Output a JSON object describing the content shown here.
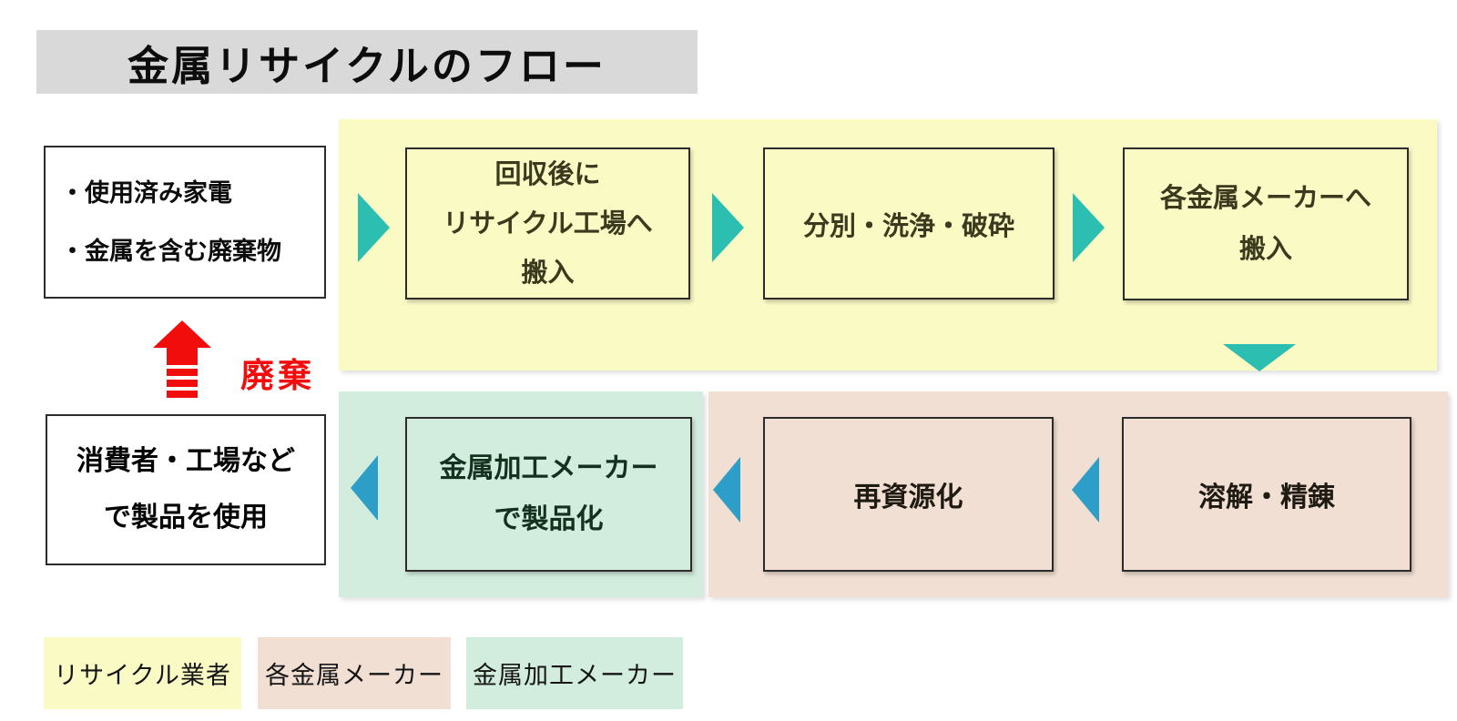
{
  "title": "金属リサイクルのフロー",
  "flow": {
    "source_box": {
      "line1": "・使用済み家電",
      "line2": "・金属を含む廃棄物"
    },
    "collect_box": {
      "line1": "回収後に",
      "line2": "リサイクル工場へ",
      "line3": "搬入"
    },
    "sort_box": {
      "line1": "分別・洗浄・破砕"
    },
    "deliver_box": {
      "line1": "各金属メーカーへ",
      "line2": "搬入"
    },
    "melt_box": {
      "line1": "溶解・精錬"
    },
    "rerecycle_box": {
      "line1": "再資源化"
    },
    "process_box": {
      "line1": "金属加工メーカー",
      "line2": "で製品化"
    },
    "consumer_box": {
      "line1": "消費者・工場など",
      "line2": "で製品を使用"
    },
    "disposal_label": "廃棄"
  },
  "legend": {
    "recycler": {
      "label": "リサイクル業者",
      "color": "#fafac5"
    },
    "metal_maker": {
      "label": "各金属メーカー",
      "color": "#f0dfd2"
    },
    "processor": {
      "label": "金属加工メーカー",
      "color": "#d2eddd"
    }
  },
  "colors": {
    "title_bg": "#d9d9d9",
    "recycler_region": "#fafac5",
    "metal_maker_region": "#f0dfd2",
    "processor_region": "#d2eddd",
    "forward_arrow": "#2bbeb1",
    "return_arrow": "#2d9ec8",
    "disposal_arrow": "#f20d0d"
  }
}
